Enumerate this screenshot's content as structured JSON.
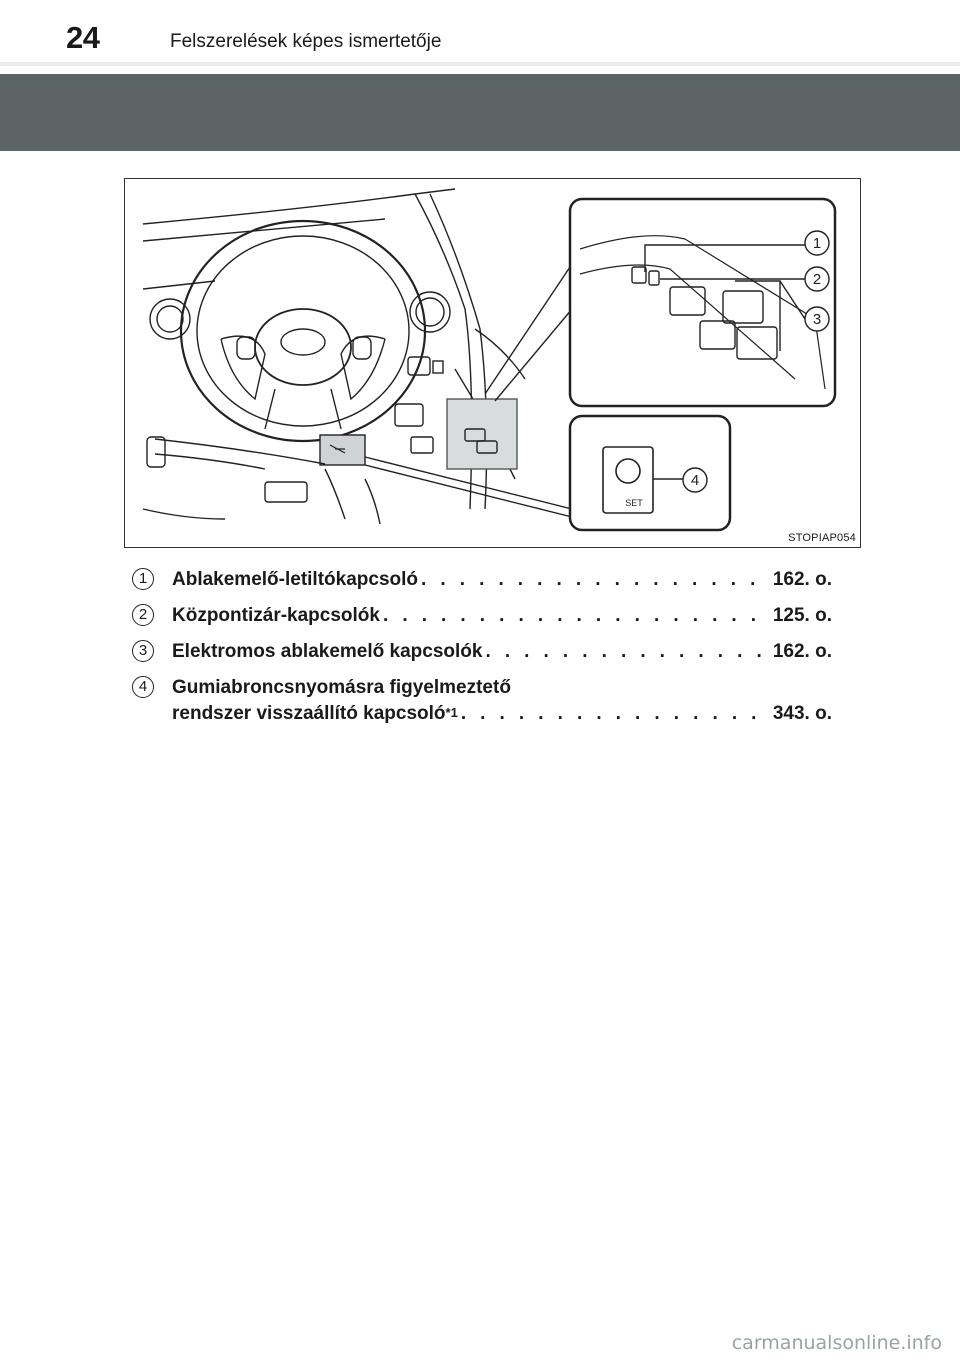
{
  "header": {
    "page_number": "24",
    "chapter_title": "Felszerelések képes ismertetője"
  },
  "figure": {
    "code": "STOPIAP054",
    "callouts": [
      "1",
      "2",
      "3",
      "4"
    ],
    "set_label": "SET",
    "icons": [
      "steering-wheel",
      "window-lock-switch",
      "door-lock-switch",
      "power-window-switch",
      "tire-pressure-reset-switch"
    ]
  },
  "legend": [
    {
      "num": "1",
      "label": "Ablakemelő-letiltókapcsoló",
      "dots": ". . . . . . . . . . . . . . . . . . . . . . . . . . . . . . . .",
      "page": "162. o."
    },
    {
      "num": "2",
      "label": "Központizár-kapcsolók",
      "dots": ". . . . . . . . . . . . . . . . . . . . . . . . . . . . . . . . . . . . . . .",
      "page": "125. o."
    },
    {
      "num": "3",
      "label": "Elektromos ablakemelő kapcsolók",
      "dots": ". . . . . . . . . . . . . . . . . . . . . . . . . .",
      "page": "162. o."
    },
    {
      "num": "4",
      "label_line1": "Gumiabroncsnyomásra figyelmeztető",
      "label_line2": "rendszer visszaállító kapcsoló",
      "sup": "*1",
      "dots": ". . . . . . . . . . . . . . . . . . . . . . . . . . .",
      "page": "343. o."
    }
  ],
  "watermark": "carmanualsonline.info"
}
